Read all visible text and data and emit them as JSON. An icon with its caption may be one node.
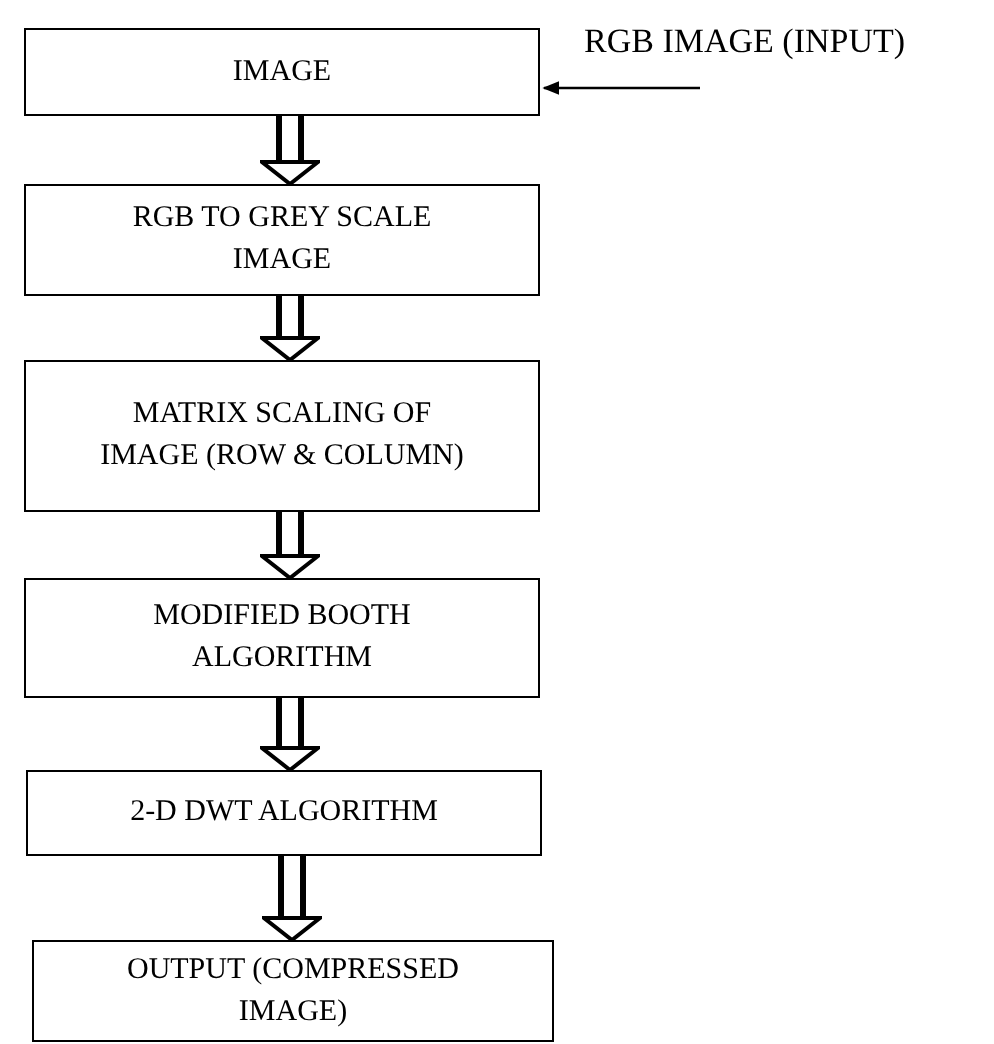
{
  "diagram": {
    "nodes": [
      {
        "text": [
          "IMAGE"
        ]
      },
      {
        "text": [
          "RGB TO GREY SCALE IMAGE"
        ]
      },
      {
        "text": [
          "MATRIX SCALING OF IMAGE (ROW & COLUMN)"
        ]
      },
      {
        "text": [
          "MODIFIED BOOTH ALGORITHM"
        ]
      },
      {
        "text": [
          "2-D DWT ALGORITHM"
        ]
      },
      {
        "text": [
          "OUTPUT (COMPRESSED IMAGE)"
        ]
      },
      {
        "text": [
          "RGB IMAGE (INPUT)"
        ]
      }
    ],
    "edges": [
      {
        "from": 6,
        "to": 0,
        "arrow": "to"
      },
      {
        "from": 0,
        "to": 1,
        "arrow": "to",
        "style": "thick"
      },
      {
        "from": 1,
        "to": 2,
        "arrow": "to",
        "style": "thick"
      },
      {
        "from": 2,
        "to": 3,
        "arrow": "to",
        "style": "thick"
      },
      {
        "from": 3,
        "to": 4,
        "arrow": "to",
        "style": "thick"
      },
      {
        "from": 4,
        "to": 5,
        "arrow": "to",
        "style": "thick"
      }
    ]
  }
}
